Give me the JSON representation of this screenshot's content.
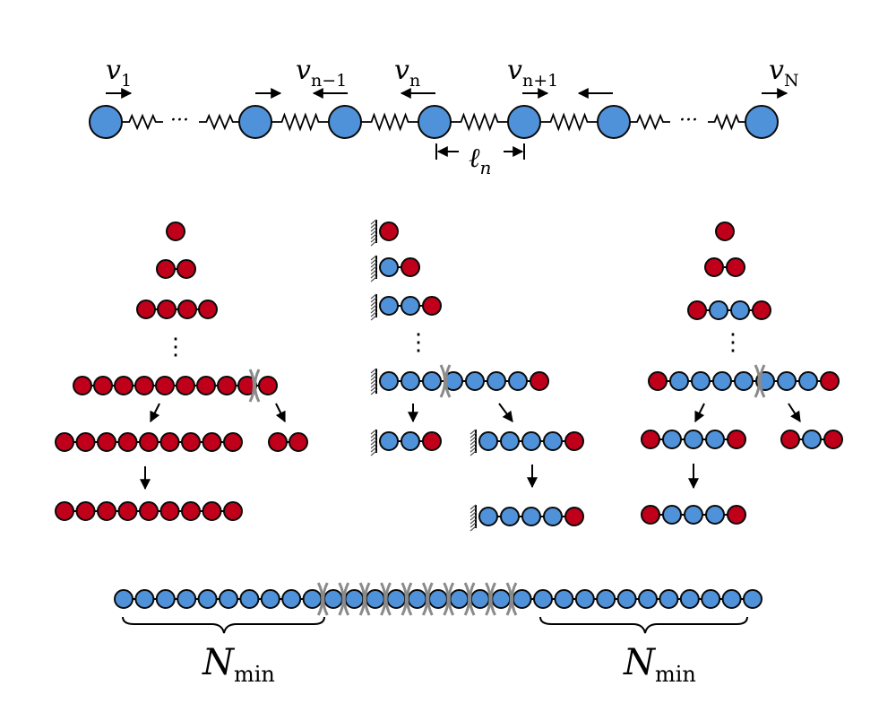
{
  "colors": {
    "blue_bead": "#4f92d9",
    "red_bead": "#c0001a",
    "outline": "#0a0a0a",
    "break_mark": "#8a8a8a",
    "wall_hatch": "#555555"
  },
  "top_chain": {
    "velocity_labels": [
      {
        "main": "v",
        "sub": "1"
      },
      {
        "main": "v",
        "sub": "n−1"
      },
      {
        "main": "v",
        "sub": "n"
      },
      {
        "main": "v",
        "sub": "n+1"
      },
      {
        "main": "v",
        "sub": "N"
      }
    ],
    "bond_length_label": {
      "main": "ℓ",
      "sub": "n"
    },
    "ellipsis": "···"
  },
  "panels": {
    "ellipsis": "⋮"
  },
  "bottom": {
    "n_min_labels": [
      {
        "main": "N",
        "sub": "min"
      },
      {
        "main": "N",
        "sub": "min"
      }
    ]
  }
}
